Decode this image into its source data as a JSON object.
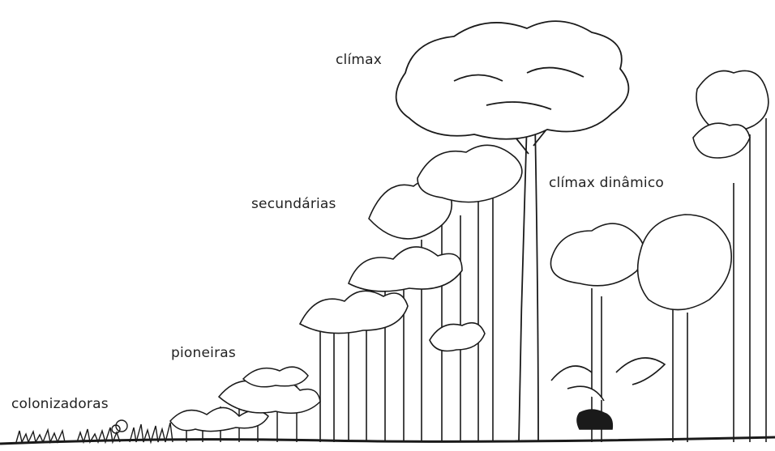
{
  "labels": {
    "climax": "clímax",
    "climax_dinamico": "clímax dinâmico",
    "secundarias": "secundárias",
    "pioneiras": "pioneiras",
    "colonizadoras": "colonizadoras"
  },
  "colors": {
    "ink": "#1a1a1a",
    "background": "#ffffff"
  }
}
